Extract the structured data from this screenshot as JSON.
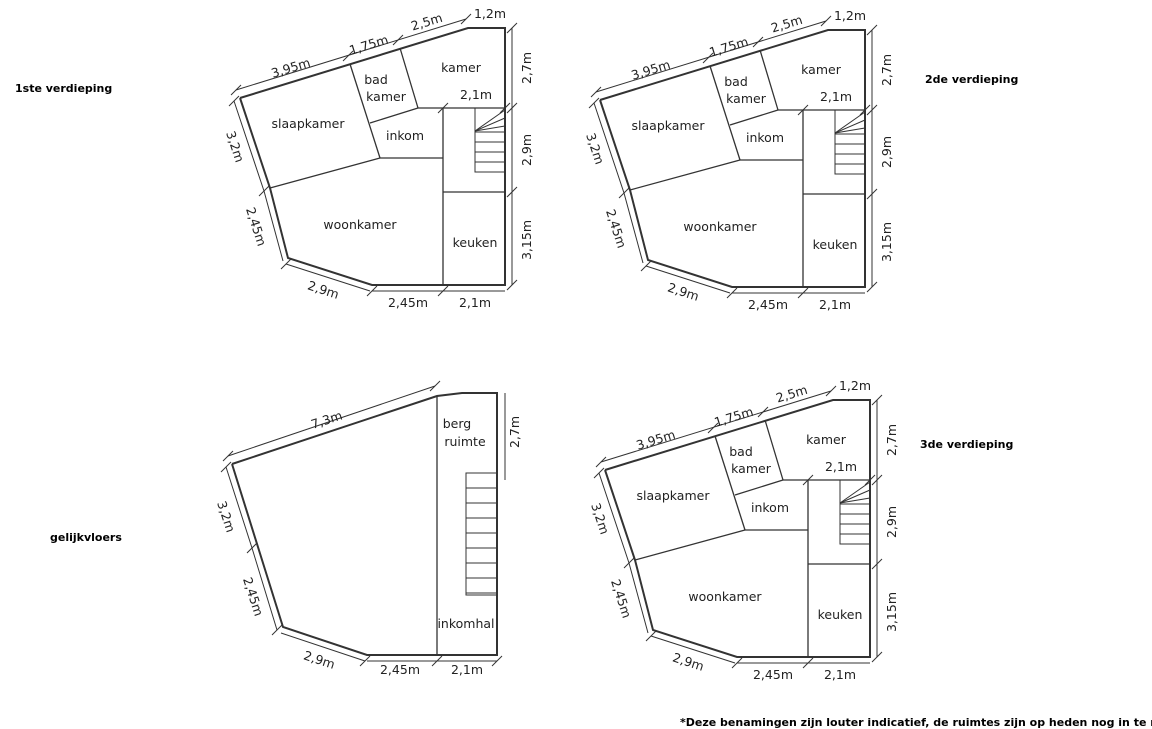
{
  "floor_labels": {
    "first": "1ste verdieping",
    "second": "2de verdieping",
    "ground": "gelijkvloers",
    "third": "3de verdieping"
  },
  "upper_plan": {
    "rooms": {
      "bad": "bad",
      "badkamer": "kamer",
      "kamer": "kamer",
      "slaapkamer": "slaapkamer",
      "inkom": "inkom",
      "woonkamer": "woonkamer",
      "keuken": "keuken"
    },
    "dimensions": {
      "top1": "3,95m",
      "top2": "1,75m",
      "top3": "2,5m",
      "top4": "1,2m",
      "right1": "2,7m",
      "hall": "2,1m",
      "right2": "2,9m",
      "right3": "3,15m",
      "bottom1": "2,45m",
      "bottom2": "2,1m",
      "bottomslant": "2,9m",
      "left2": "2,45m",
      "left1": "3,2m"
    }
  },
  "ground_plan": {
    "rooms": {
      "berg": "berg",
      "ruimte": "ruimte",
      "inkomhal": "inkomhal"
    },
    "dimensions": {
      "top": "7,3m",
      "right": "2,7m",
      "left1": "3,2m",
      "left2": "2,45m",
      "bottomslant": "2,9m",
      "bottom1": "2,45m",
      "bottom2": "2,1m"
    }
  },
  "footnote": "*Deze benamingen zijn louter indicatief, de ruimtes zijn op heden nog in te richten"
}
